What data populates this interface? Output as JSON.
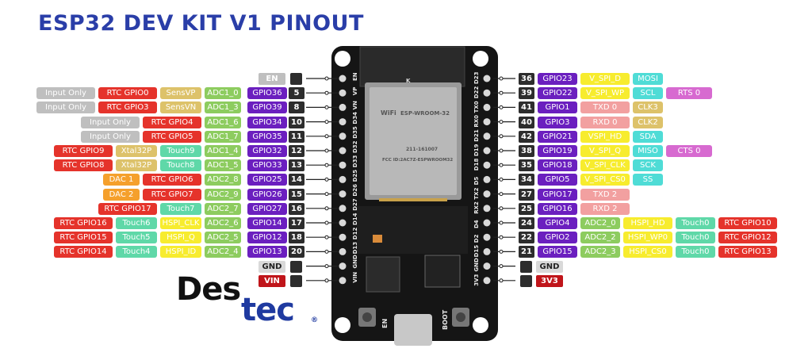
{
  "title": "ESP32 DEV KIT V1 PINOUT",
  "colors": {
    "grey": "#bfbfbf",
    "red": "#e5332b",
    "tan": "#ddc26a",
    "green": "#8dcc5f",
    "purple": "#6b1fbf",
    "salmon": "#f2a0a0",
    "mint": "#5fd8a8",
    "yellow": "#f7ec2e",
    "orange": "#f5a02c",
    "cyan": "#4fdcd6",
    "pink": "#d76ad0",
    "dark": "#2d2d2d",
    "darkred": "#c0151a",
    "title": "#2a3ea8"
  },
  "left_pins": [
    {
      "labels": [],
      "gpio": "EN",
      "num": "",
      "gpio_color": "grey",
      "square": true
    },
    {
      "labels": [
        [
          "Input Only",
          "grey"
        ],
        [
          "RTC GPIO0",
          "red"
        ],
        [
          "SensVP",
          "tan"
        ],
        [
          "ADC1_0",
          "green"
        ]
      ],
      "gpio": "GPIO36",
      "num": "5"
    },
    {
      "labels": [
        [
          "Input Only",
          "grey"
        ],
        [
          "RTC GPIO3",
          "red"
        ],
        [
          "SensVN",
          "tan"
        ],
        [
          "ADC1_3",
          "green"
        ]
      ],
      "gpio": "GPIO39",
      "num": "8"
    },
    {
      "labels": [
        [
          "Input Only",
          "grey"
        ],
        [
          "RTC GPIO4",
          "red"
        ],
        [
          "ADC1_6",
          "green"
        ]
      ],
      "gpio": "GPIO34",
      "num": "10"
    },
    {
      "labels": [
        [
          "Input Only",
          "grey"
        ],
        [
          "RTC GPIO5",
          "red"
        ],
        [
          "ADC1_7",
          "green"
        ]
      ],
      "gpio": "GPIO35",
      "num": "11"
    },
    {
      "labels": [
        [
          "RTC GPIO9",
          "red"
        ],
        [
          "Xtal32P",
          "tan"
        ],
        [
          "Touch9",
          "mint"
        ],
        [
          "ADC1_4",
          "green"
        ]
      ],
      "gpio": "GPIO32",
      "num": "12"
    },
    {
      "labels": [
        [
          "RTC GPIO8",
          "red"
        ],
        [
          "Xtal32P",
          "tan"
        ],
        [
          "Touch8",
          "mint"
        ],
        [
          "ADC1_5",
          "green"
        ]
      ],
      "gpio": "GPIO33",
      "num": "13"
    },
    {
      "labels": [
        [
          "DAC 1",
          "orange"
        ],
        [
          "RTC GPIO6",
          "red"
        ],
        [
          "ADC2_8",
          "green"
        ]
      ],
      "gpio": "GPIO25",
      "num": "14"
    },
    {
      "labels": [
        [
          "DAC 2",
          "orange"
        ],
        [
          "RTC GPIO7",
          "red"
        ],
        [
          "ADC2_9",
          "green"
        ]
      ],
      "gpio": "GPIO26",
      "num": "15"
    },
    {
      "labels": [
        [
          "RTC GPIO17",
          "red"
        ],
        [
          "Touch7",
          "mint"
        ],
        [
          "ADC2_7",
          "green"
        ]
      ],
      "gpio": "GPIO27",
      "num": "16"
    },
    {
      "labels": [
        [
          "RTC GPIO16",
          "red"
        ],
        [
          "Touch6",
          "mint"
        ],
        [
          "HSPI_CLK",
          "yellow"
        ],
        [
          "ADC2_6",
          "green"
        ]
      ],
      "gpio": "GPIO14",
      "num": "17"
    },
    {
      "labels": [
        [
          "RTC GPIO15",
          "red"
        ],
        [
          "Touch5",
          "mint"
        ],
        [
          "HSPI_Q",
          "yellow"
        ],
        [
          "ADC2_5",
          "green"
        ]
      ],
      "gpio": "GPIO12",
      "num": "18"
    },
    {
      "labels": [
        [
          "RTC GPIO14",
          "red"
        ],
        [
          "Touch4",
          "mint"
        ],
        [
          "HSPI_ID",
          "yellow"
        ],
        [
          "ADC2_4",
          "green"
        ]
      ],
      "gpio": "GPIO13",
      "num": "20"
    },
    {
      "labels": [],
      "gpio": "GND",
      "num": "",
      "gpio_color": "light",
      "square": true
    },
    {
      "labels": [],
      "gpio": "VIN",
      "num": "",
      "gpio_color": "darkred",
      "square": true
    }
  ],
  "right_pins": [
    {
      "num": "36",
      "gpio": "GPIO23",
      "labels": [
        [
          "V_SPI_D",
          "yellow"
        ],
        [
          "MOSI",
          "cyan"
        ]
      ]
    },
    {
      "num": "39",
      "gpio": "GPIO22",
      "labels": [
        [
          "V_SPI_WP",
          "yellow"
        ],
        [
          "SCL",
          "cyan"
        ],
        [
          "RTS 0",
          "pink"
        ]
      ]
    },
    {
      "num": "41",
      "gpio": "GPIO1",
      "labels": [
        [
          "TXD 0",
          "salmon"
        ],
        [
          "CLK3",
          "tan"
        ]
      ]
    },
    {
      "num": "40",
      "gpio": "GPIO3",
      "labels": [
        [
          "RXD 0",
          "salmon"
        ],
        [
          "CLK2",
          "tan"
        ]
      ]
    },
    {
      "num": "42",
      "gpio": "GPIO21",
      "labels": [
        [
          "VSPI_HD",
          "yellow"
        ],
        [
          "SDA",
          "cyan"
        ]
      ]
    },
    {
      "num": "38",
      "gpio": "GPIO19",
      "labels": [
        [
          "V_SPI_Q",
          "yellow"
        ],
        [
          "MISO",
          "cyan"
        ],
        [
          "CTS 0",
          "pink"
        ]
      ]
    },
    {
      "num": "35",
      "gpio": "GPIO18",
      "labels": [
        [
          "V_SPI_CLK",
          "yellow"
        ],
        [
          "SCK",
          "cyan"
        ]
      ]
    },
    {
      "num": "34",
      "gpio": "GPIO5",
      "labels": [
        [
          "V_SPI_CS0",
          "yellow"
        ],
        [
          "SS",
          "cyan"
        ]
      ]
    },
    {
      "num": "27",
      "gpio": "GPIO17",
      "labels": [
        [
          "TXD 2",
          "salmon"
        ]
      ]
    },
    {
      "num": "25",
      "gpio": "GPIO16",
      "labels": [
        [
          "RXD 2",
          "salmon"
        ]
      ]
    },
    {
      "num": "24",
      "gpio": "GPIO4",
      "labels": [
        [
          "ADC2_0",
          "green"
        ],
        [
          "HSPI_HD",
          "yellow"
        ],
        [
          "Touch0",
          "mint"
        ],
        [
          "RTC GPIO10",
          "red"
        ]
      ]
    },
    {
      "num": "22",
      "gpio": "GPIO2",
      "labels": [
        [
          "ADC2_2",
          "green"
        ],
        [
          "HSPI_WP0",
          "yellow"
        ],
        [
          "Touch0",
          "mint"
        ],
        [
          "RTC GPIO12",
          "red"
        ]
      ]
    },
    {
      "num": "21",
      "gpio": "GPIO15",
      "labels": [
        [
          "ADC2_3",
          "green"
        ],
        [
          "HSPI_CS0",
          "yellow"
        ],
        [
          "Touch0",
          "mint"
        ],
        [
          "RTC GPIO13",
          "red"
        ]
      ]
    },
    {
      "num": "",
      "gpio": "GND",
      "labels": [],
      "gpio_color": "light",
      "square": true
    },
    {
      "num": "",
      "gpio": "3V3",
      "labels": [],
      "gpio_color": "darkred",
      "square": true
    }
  ],
  "board": {
    "module_name": "ESP-WROOM-32",
    "module_brand": "WiFi",
    "module_code": "211-161007",
    "fcc_id": "FCC ID:2AC7Z-ESPWROOM32",
    "left_header": [
      "EN",
      "VP",
      "VN",
      "D34",
      "D35",
      "D32",
      "D33",
      "D25",
      "D26",
      "D27",
      "D14",
      "D12",
      "D13",
      "GND",
      "VIN"
    ],
    "right_header": [
      "D23",
      "D22",
      "TX0",
      "RX0",
      "D21",
      "D19",
      "D18",
      "D5",
      "TX2",
      "RX2",
      "D4",
      "D2",
      "D15",
      "GND",
      "3V3"
    ],
    "btn_left": "EN",
    "btn_right": "BOOT",
    "antenna_mark": "K"
  },
  "logo": {
    "part1": "Des",
    "part2": "tec",
    "reg": "®"
  }
}
